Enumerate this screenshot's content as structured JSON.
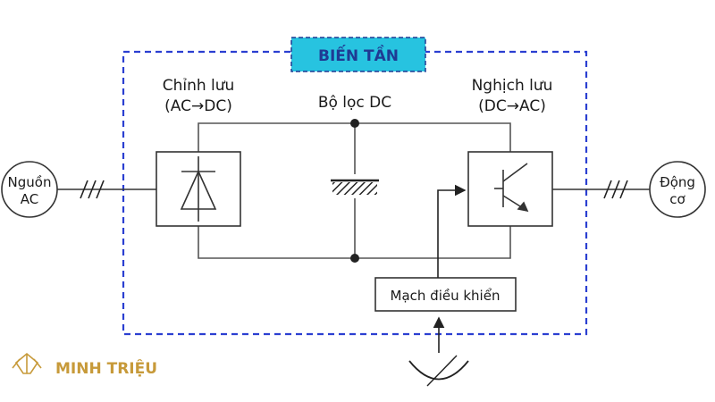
{
  "title": "BIẾN TẦN",
  "blocks": {
    "rectifier": {
      "label": "Chỉnh lưu",
      "sub": "(AC→DC)"
    },
    "dc_filter": {
      "label": "Bộ lọc DC"
    },
    "inverter": {
      "label": "Nghịch lưu",
      "sub": "(DC→AC)"
    },
    "control": {
      "label": "Mạch điều khiển"
    }
  },
  "source": {
    "line1": "Nguồn",
    "line2": "AC"
  },
  "motor": {
    "line1": "Động",
    "line2": "cơ"
  },
  "brand": {
    "name": "MINH TRIỆU",
    "color": "#c79a3a"
  },
  "colors": {
    "border": "#2b3fd1",
    "title_bg": "#27c3e0",
    "title_text": "#1f3a93",
    "line": "#555555"
  }
}
